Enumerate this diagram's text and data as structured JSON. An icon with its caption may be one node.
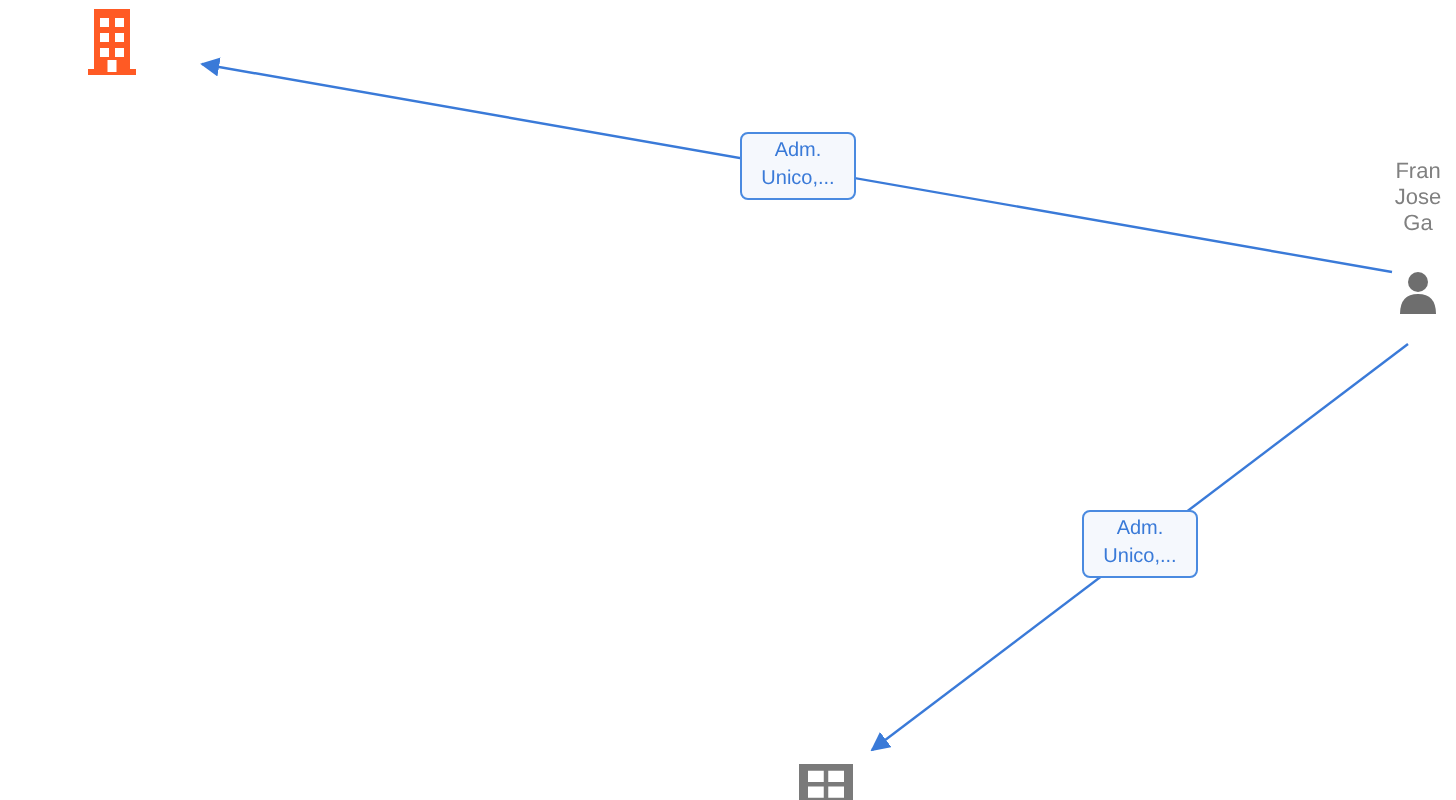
{
  "diagram": {
    "nodes": [
      {
        "text": [],
        "shape": "building"
      },
      {
        "text": [
          "Fran Jose Ga"
        ]
      },
      {
        "text": [],
        "shape": "building"
      }
    ],
    "edges": [
      {
        "from": 1,
        "to": 0,
        "arrow": "to",
        "label": "Adm. Unico,..."
      },
      {
        "from": 1,
        "to": 2,
        "arrow": "to",
        "label": "Adm. Unico,..."
      }
    ]
  }
}
